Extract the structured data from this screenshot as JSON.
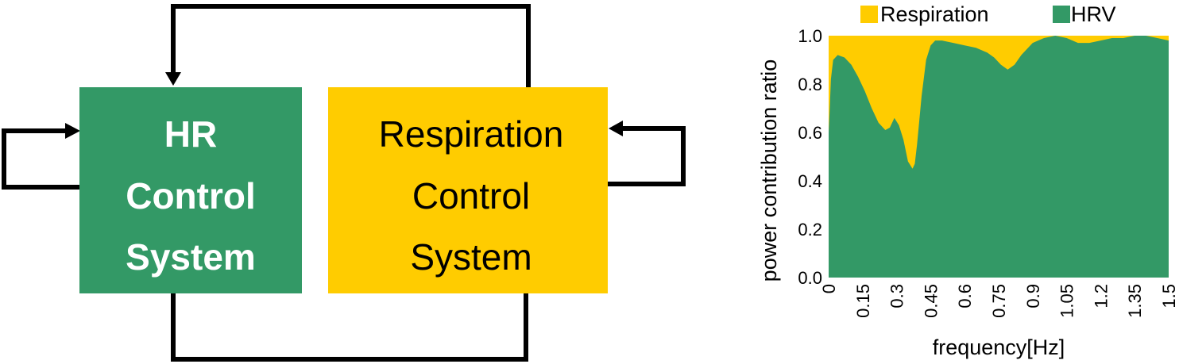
{
  "diagram": {
    "hr_box": {
      "lines": [
        "HR",
        "Control",
        "System"
      ],
      "color": "#339966",
      "text_color": "#ffffff"
    },
    "resp_box": {
      "lines": [
        "Respiration",
        "Control",
        "System"
      ],
      "color": "#ffcc00",
      "text_color": "#000000"
    },
    "arrow_color": "#000000"
  },
  "chart_data": {
    "type": "area",
    "stacked": true,
    "xlabel": "frequency[Hz]",
    "ylabel": "power contribution ratio",
    "xlim": [
      0,
      1.5
    ],
    "ylim": [
      0,
      1.0
    ],
    "xticks": [
      "0",
      "0.15",
      "0.3",
      "0.45",
      "0.6",
      "0.75",
      "0.9",
      "1.05",
      "1.2",
      "1.35",
      "1.5"
    ],
    "yticks": [
      "0.0",
      "0.2",
      "0.4",
      "0.6",
      "0.8",
      "1.0"
    ],
    "legend": {
      "position": "top",
      "entries": [
        "Respiration",
        "HRV"
      ]
    },
    "series": [
      {
        "name": "HRV",
        "color": "#339966",
        "x": [
          0,
          0.005,
          0.01,
          0.02,
          0.04,
          0.07,
          0.1,
          0.13,
          0.16,
          0.19,
          0.22,
          0.25,
          0.27,
          0.29,
          0.31,
          0.33,
          0.35,
          0.37,
          0.38,
          0.39,
          0.41,
          0.43,
          0.45,
          0.47,
          0.5,
          0.55,
          0.6,
          0.65,
          0.7,
          0.73,
          0.76,
          0.79,
          0.82,
          0.85,
          0.9,
          0.95,
          1.0,
          1.05,
          1.1,
          1.15,
          1.2,
          1.25,
          1.3,
          1.35,
          1.4,
          1.45,
          1.5
        ],
        "values": [
          0.6,
          0.7,
          0.82,
          0.9,
          0.92,
          0.91,
          0.88,
          0.83,
          0.77,
          0.7,
          0.64,
          0.61,
          0.62,
          0.66,
          0.63,
          0.57,
          0.48,
          0.45,
          0.47,
          0.55,
          0.75,
          0.9,
          0.96,
          0.98,
          0.98,
          0.97,
          0.96,
          0.95,
          0.93,
          0.91,
          0.88,
          0.86,
          0.88,
          0.92,
          0.97,
          0.99,
          1.0,
          0.99,
          0.97,
          0.97,
          0.98,
          0.99,
          0.99,
          1.0,
          1.0,
          0.99,
          0.98
        ]
      },
      {
        "name": "Respiration",
        "color": "#ffcc00",
        "fill_to": 1.0
      }
    ]
  }
}
